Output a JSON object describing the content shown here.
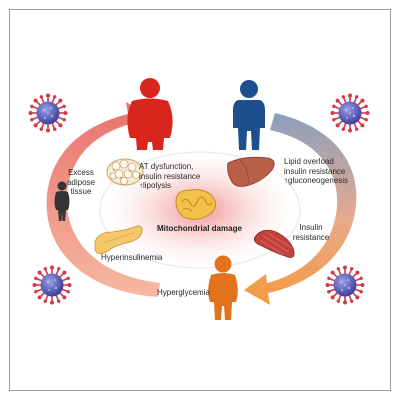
{
  "center_label": "Mitochondrial damage",
  "labels": {
    "at_dysfunction": "AT dysfunction,\ninsulin resistance\n↑lipolysis",
    "lipid_overload": "Lipid overload\ninsulin resistance\n↑gluconeogenesis",
    "excess_adipose": "Excess\nadipose\ntissue",
    "insulin_resistance": "Insulin\nresistance",
    "hyperinsulinemia": "Hyperinsulinemia",
    "hyperglycemia": "Hyperglycemia"
  },
  "colors": {
    "frame": "#9a9a9a",
    "person_obese": "#d9261c",
    "person_lean": "#1f4f8f",
    "person_orange": "#e2731c",
    "person_small": "#333333",
    "arrow_left": "#e8807a",
    "arrow_right_start": "#8aa0bd",
    "arrow_right_end": "#f4a04a",
    "center_glow": "#e53a3a",
    "virus_body": "#5a5fc0",
    "virus_spike": "#d23a4a"
  }
}
